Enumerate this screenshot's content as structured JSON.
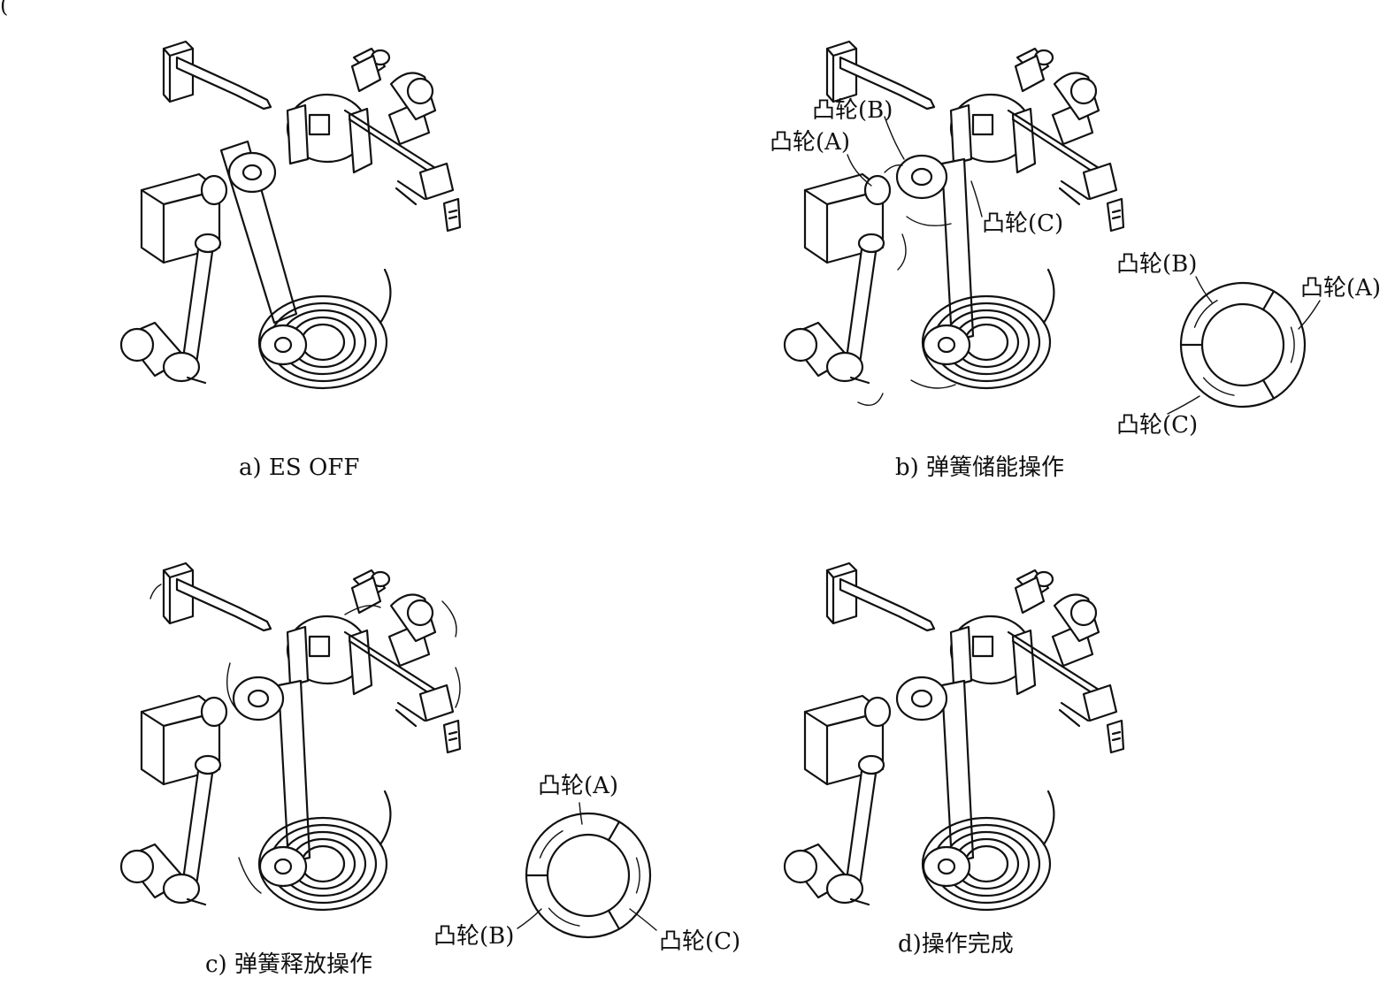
{
  "top_fragment": "(",
  "panels": {
    "a": {
      "caption": "a) ES OFF"
    },
    "b": {
      "caption": "b) 弹簧储能操作",
      "labels": {
        "cam_b": "凸轮(B)",
        "cam_a": "凸轮(A)",
        "cam_c": "凸轮(C)",
        "ring_b": "凸轮(B)",
        "ring_a": "凸轮(A)",
        "ring_c": "凸轮(C)"
      }
    },
    "c": {
      "caption": "c) 弹簧释放操作",
      "labels": {
        "ring_a": "凸轮(A)",
        "ring_b": "凸轮(B)",
        "ring_c": "凸轮(C)"
      }
    },
    "d": {
      "caption": "d)操作完成"
    }
  }
}
